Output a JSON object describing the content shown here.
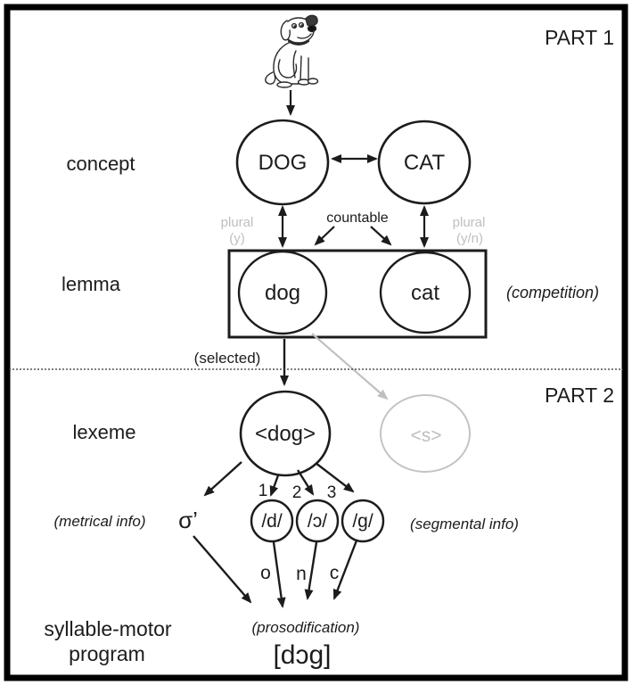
{
  "part_labels": {
    "part1": "PART 1",
    "part2": "PART 2"
  },
  "row_labels": {
    "concept": "concept",
    "lemma": "lemma",
    "lexeme": "lexeme",
    "syllable_motor_line1": "syllable-motor",
    "syllable_motor_line2": "program"
  },
  "concept_level": {
    "dog": "DOG",
    "cat": "CAT"
  },
  "lemma_level": {
    "dog": "dog",
    "cat": "cat",
    "competition": "(competition)"
  },
  "feature_labels": {
    "plural_left_line1": "plural",
    "plural_left_line2": "(y)",
    "countable": "countable",
    "plural_right_line1": "plural",
    "plural_right_line2": "(y/n)"
  },
  "selection": {
    "selected": "(selected)"
  },
  "lexeme_level": {
    "dog": "<dog>",
    "plural_s": "<s>"
  },
  "word_form": {
    "metrical_info": "(metrical info)",
    "sigma": "σ’",
    "segment_positions": [
      "1",
      "2",
      "3"
    ],
    "phonemes": [
      "/d/",
      "/ɔ/",
      "/g/"
    ],
    "segmental_info": "(segmental info)",
    "syllable_slots": [
      "o",
      "n",
      "c"
    ],
    "prosodification": "(prosodification)",
    "phonetic_output": "[dɔg]"
  },
  "colors": {
    "ink": "#1c1c1c",
    "muted": "#bfbfbf"
  }
}
